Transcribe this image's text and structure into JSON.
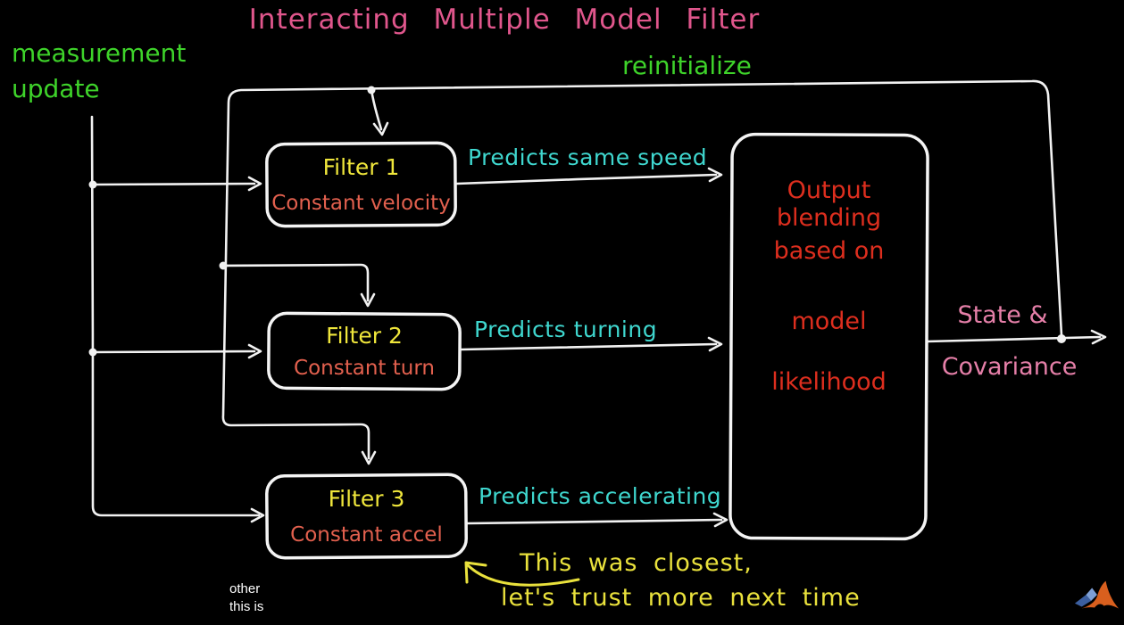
{
  "title": "Interacting Multiple Model Filter",
  "annotations": {
    "measurement_update": "measurement\nupdate",
    "reinitialize": "reinitialize",
    "closest_note_line1": "This was closest,",
    "closest_note_line2": "let's trust more next time",
    "caption": "other\nthis is"
  },
  "filters": [
    {
      "name": "Filter 1",
      "model": "Constant velocity",
      "prediction": "Predicts same speed"
    },
    {
      "name": "Filter 2",
      "model": "Constant turn",
      "prediction": "Predicts turning"
    },
    {
      "name": "Filter 3",
      "model": "Constant accel",
      "prediction": "Predicts accelerating"
    }
  ],
  "blending": {
    "lines": [
      "Output blending",
      "based on",
      "model",
      "likelihood"
    ]
  },
  "output": {
    "line1": "State &",
    "line2": "Covariance"
  },
  "logo_name": "MATLAB logo",
  "colors": {
    "background": "#000000",
    "title_pink": "#e0568c",
    "annotation_green": "#3ed32a",
    "filter_name_yellow": "#efe63b",
    "filter_model_coral": "#e2604e",
    "blending_red": "#dd2e1e",
    "prediction_cyan": "#3fd7cf",
    "output_pink": "#e57fa8",
    "note_yellow": "#e9e13c",
    "wire_white": "#f2f2f2"
  }
}
